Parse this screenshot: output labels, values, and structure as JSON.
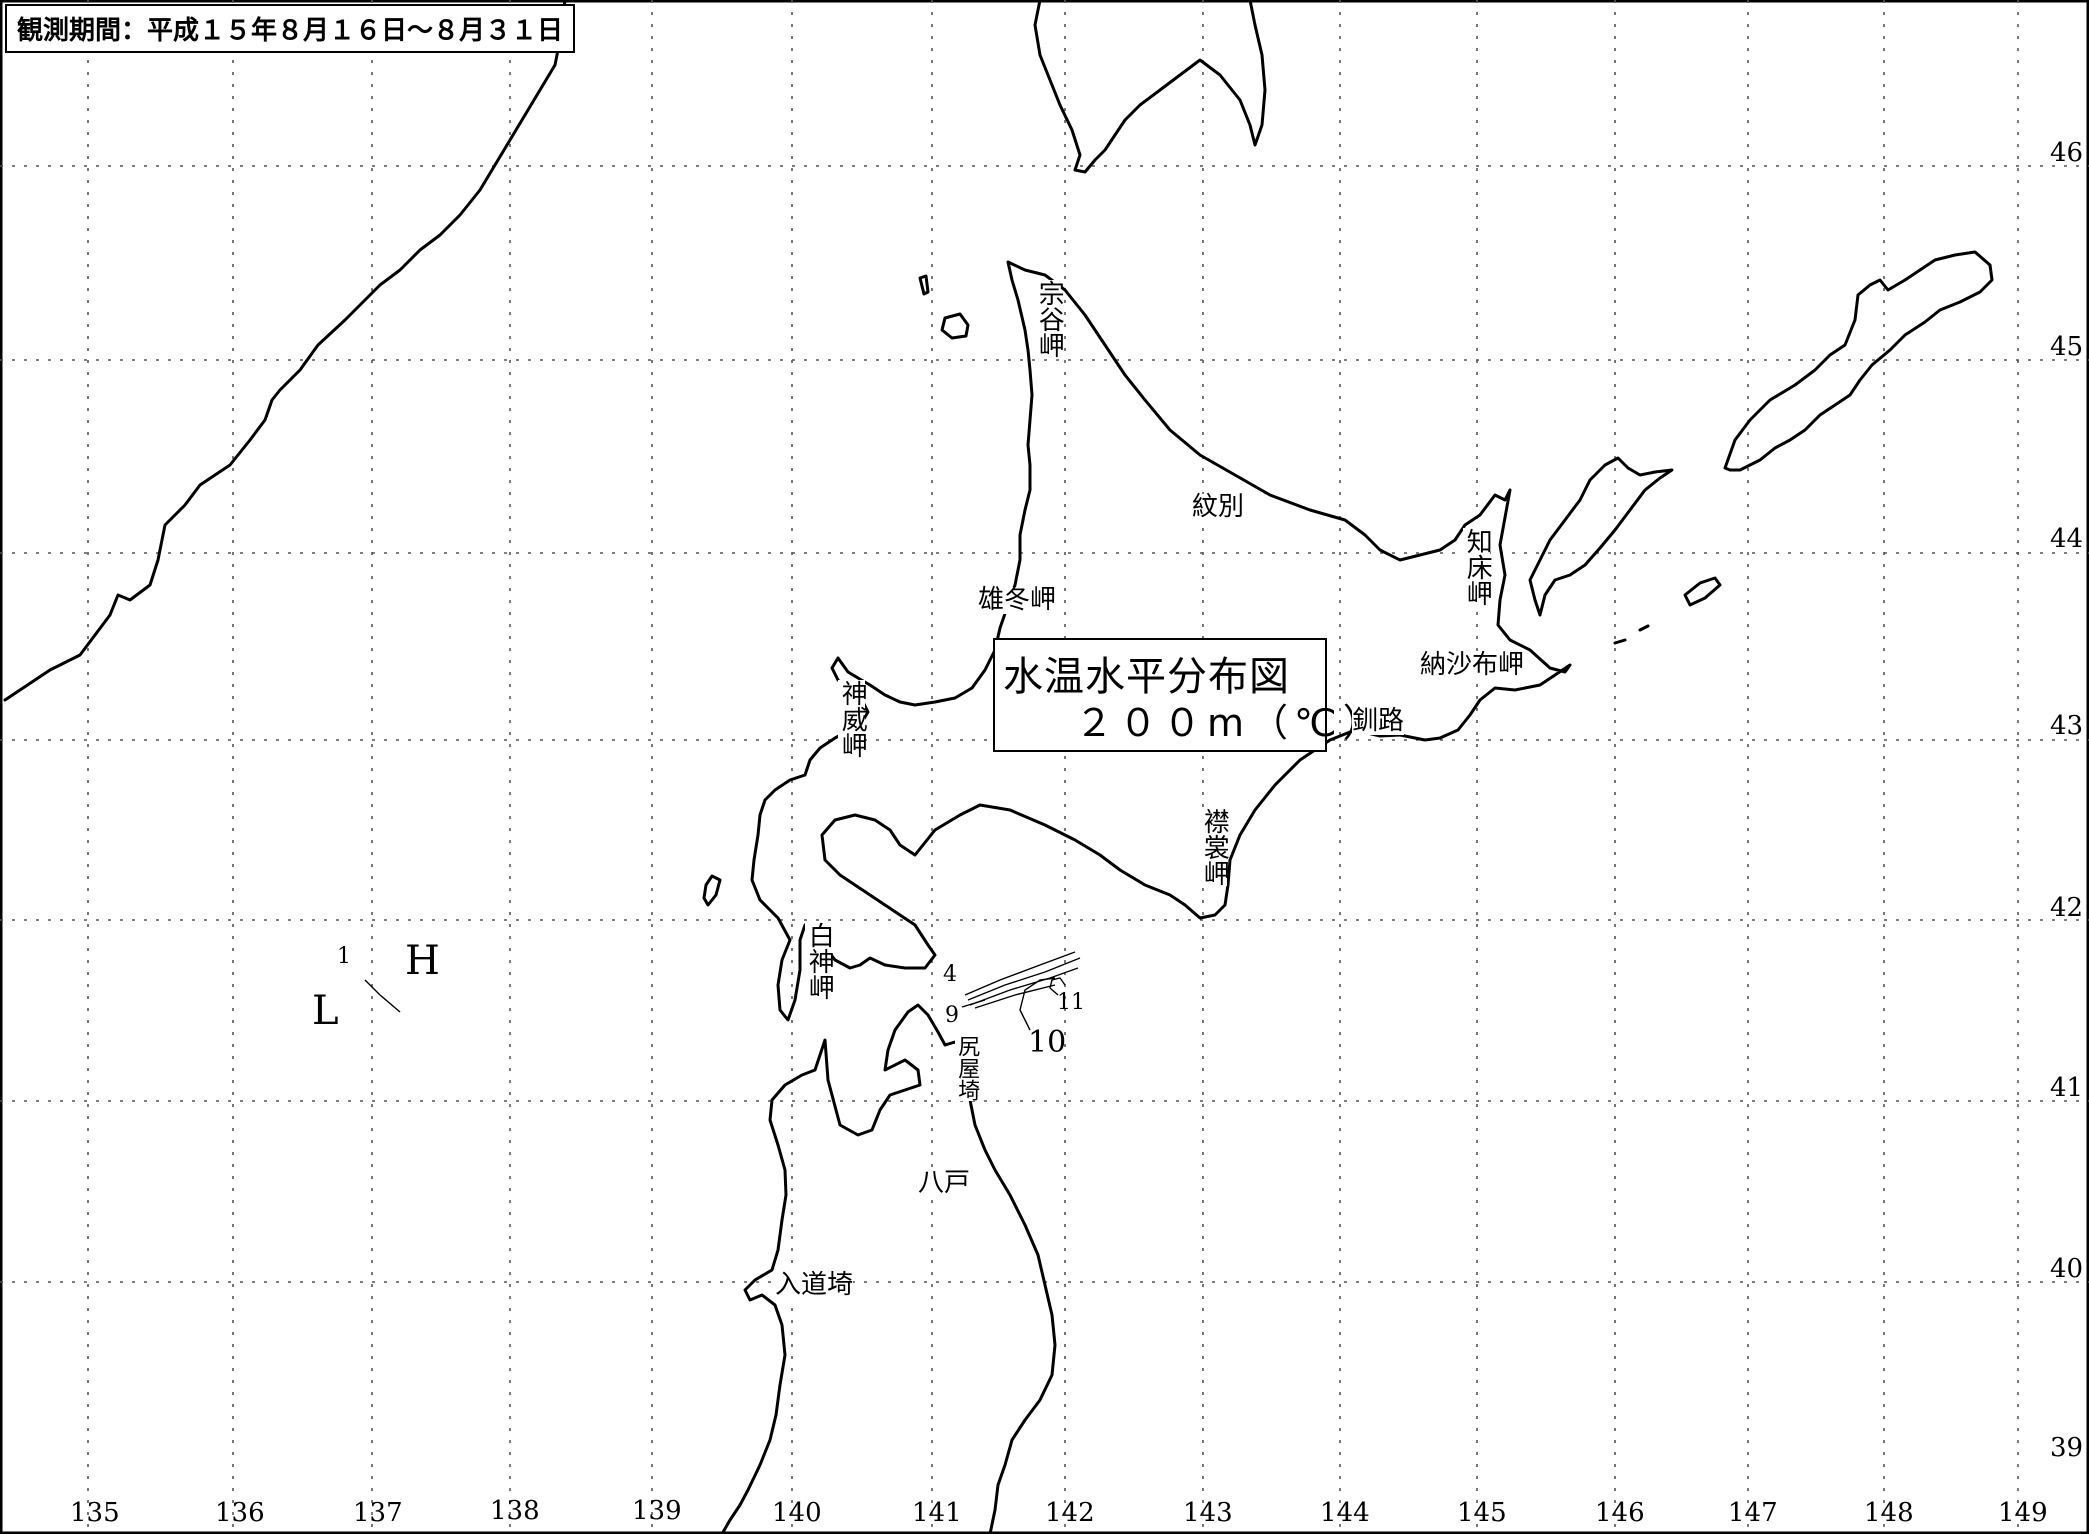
{
  "period": "観測期間：平成１５年８月１６日〜８月３１日",
  "title": {
    "main": "水温水平分布図",
    "depth": "２００m（℃）"
  },
  "axes": {
    "longitude_ticks": [
      "135",
      "136",
      "137",
      "138",
      "139",
      "140",
      "141",
      "142",
      "143",
      "144",
      "145",
      "146",
      "147",
      "148",
      "149"
    ],
    "latitude_ticks": [
      "46",
      "45",
      "44",
      "43",
      "42",
      "41",
      "40",
      "39"
    ]
  },
  "places": {
    "soya": "宗谷岬",
    "monbetsu": "紋別",
    "shiretoko": "知床岬",
    "ofuyu": "雄冬岬",
    "kamui": "神威岬",
    "nosappu": "納沙布岬",
    "kushiro": "釧路",
    "erimo": "襟裳岬",
    "shirakami": "白神岬",
    "shiriya": "尻屋埼",
    "hachinohe": "八戸",
    "nyudo": "入道埼"
  },
  "isotherm_labels": {
    "west_1": "1",
    "high": "H",
    "low": "L",
    "c4": "4",
    "c9": "9",
    "c10": "10",
    "c11": "11"
  }
}
